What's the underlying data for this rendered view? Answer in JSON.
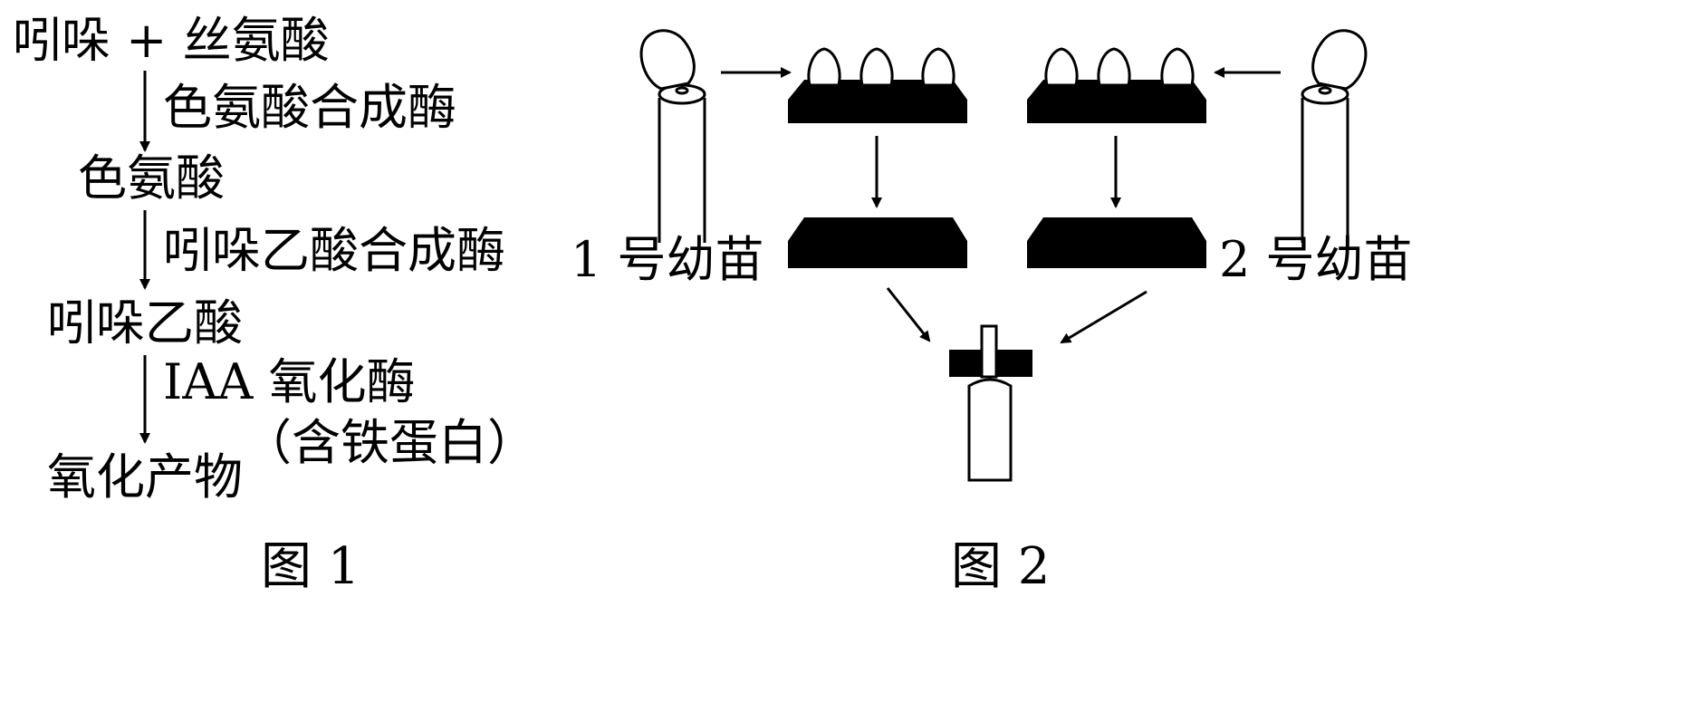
{
  "figure1": {
    "start": "吲哚 + 丝氨酸",
    "enzyme1": "色氨酸合成酶",
    "intermediate1": "色氨酸",
    "enzyme2": "吲哚乙酸合成酶",
    "intermediate2": "吲哚乙酸",
    "enzyme3": "IAA 氧化酶",
    "enzyme3_note": "（含铁蛋白）",
    "product": "氧化产物",
    "caption": "图 1"
  },
  "figure2": {
    "seedling1_label": "1 号幼苗",
    "seedling2_label": "2 号幼苗",
    "caption": "图 2"
  }
}
